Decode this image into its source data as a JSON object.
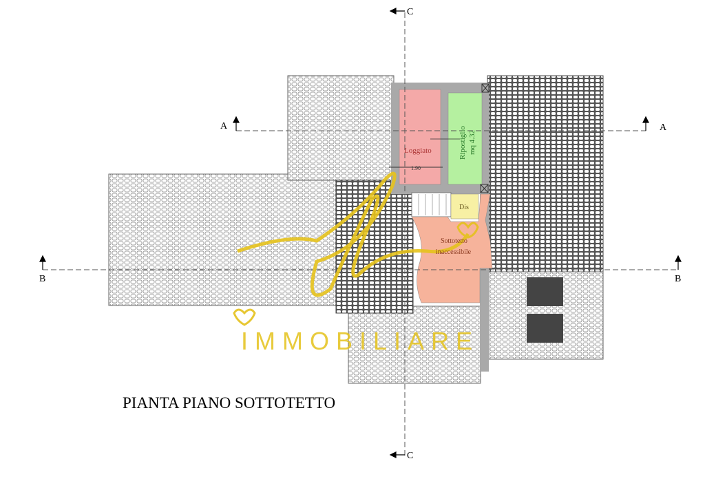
{
  "plan": {
    "title": "PIANTA PIANO SOTTOTETTO",
    "sections": {
      "a": "A",
      "b": "B",
      "c": "C"
    },
    "rooms": {
      "loggiato": "Loggiato",
      "loggiato_dim": "1.90",
      "ripostiglio": "Ripostiglio",
      "ripostiglio_area": "mq 4.32",
      "dis": "Dis",
      "sottotetto_1": "Sottotetto",
      "sottotetto_2": "inaccessibile"
    },
    "colors": {
      "loggiato": "#f4a9a8",
      "ripostiglio": "#b5f0a0",
      "dis": "#f7f0a4",
      "sottotetto": "#f6b39b",
      "wall": "#a9a9a9",
      "watermark": "#e5c21c"
    }
  },
  "watermark": {
    "text": "IMMOBILIARE"
  }
}
